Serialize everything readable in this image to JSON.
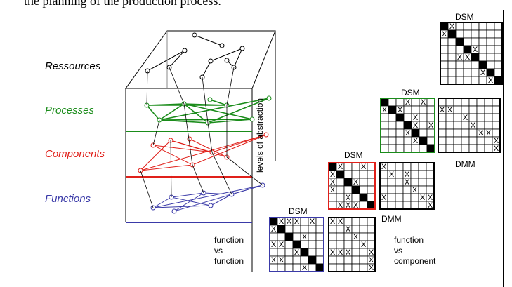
{
  "caption": "the planning of the production process.",
  "layers": [
    {
      "label": "Ressources",
      "color": "#000000"
    },
    {
      "label": "Processes",
      "color": "#1a8c1a"
    },
    {
      "label": "Components",
      "color": "#e0201a"
    },
    {
      "label": "Functions",
      "color": "#3a3aa8"
    }
  ],
  "axis_label": "levels of abstraction",
  "matrix_labels": {
    "dsm": "DSM",
    "dmm": "DMM",
    "fvf": [
      "function",
      "vs",
      "function"
    ],
    "fvc": [
      "function",
      "vs",
      "component"
    ]
  },
  "mark": "X",
  "colors": {
    "processes": "#1a8c1a",
    "components": "#e0201a",
    "functions": "#3a3aa8",
    "ink": "#000000"
  }
}
